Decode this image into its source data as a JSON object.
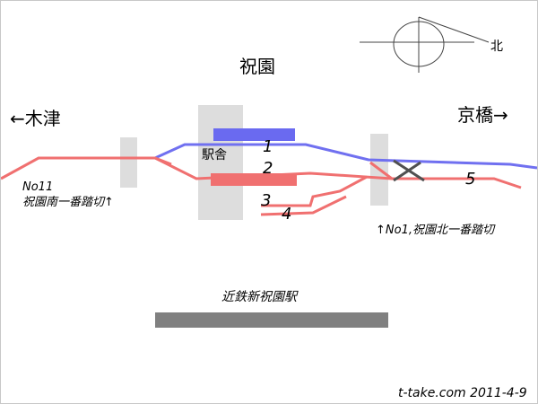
{
  "title": "祝園",
  "north_label": "北",
  "direction_left": "←木津",
  "direction_right": "京橋→",
  "station_building_label": "駅舎",
  "track_numbers": [
    "1",
    "2",
    "3",
    "4",
    "5"
  ],
  "crossing_south": {
    "number": "No11",
    "name": "祝園南一番踏切↑"
  },
  "crossing_north": "↑No1,祝園北一番踏切",
  "kintetsu_station_label": "近鉄新祝園駅",
  "credit": "t-take.com 2011-4-9",
  "colors": {
    "track_blue": "#7070f0",
    "track_red": "#f07070",
    "platform_blue": "#6a6af0",
    "platform_red": "#f07070",
    "crossing_gray": "#dddddd",
    "kintetsu_platform": "#808080",
    "switch_mark": "#505050"
  }
}
